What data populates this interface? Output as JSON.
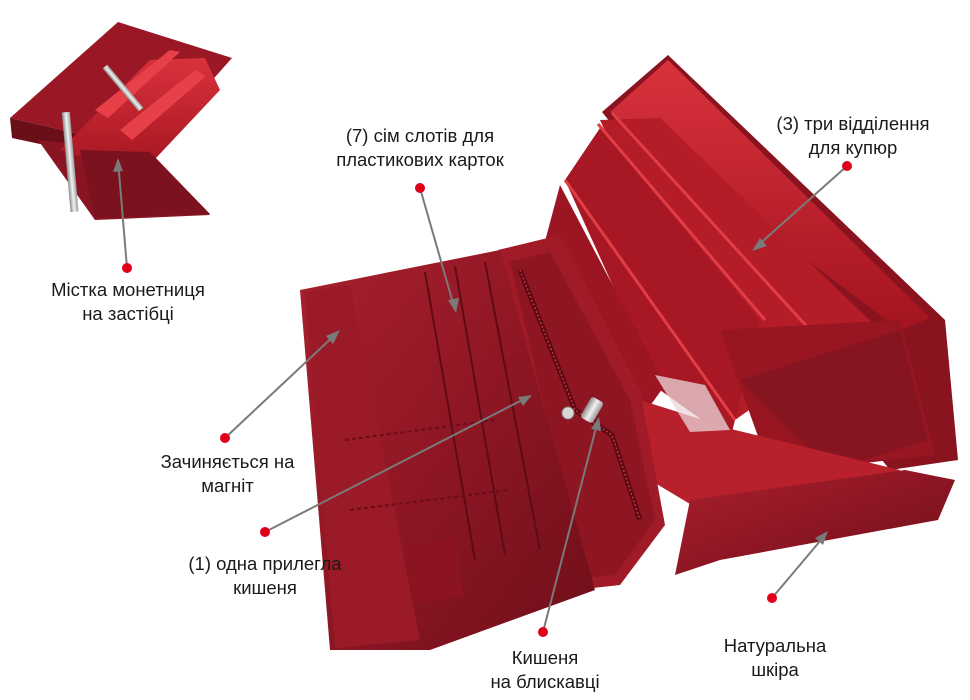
{
  "accent_color": "#e0001a",
  "pointer_color": "#7a7a7a",
  "leather_color": "#9c1a2a",
  "lining_color": "#c8202c",
  "callouts": [
    {
      "id": "coin",
      "lines": [
        "Містка монетниця",
        "на застібці"
      ]
    },
    {
      "id": "cards",
      "lines": [
        "(7) сім слотів для",
        "пластикових карток"
      ]
    },
    {
      "id": "bills",
      "lines": [
        "(3) три відділення",
        "для купюр"
      ]
    },
    {
      "id": "magnet",
      "lines": [
        "Зачиняється на",
        "магніт"
      ]
    },
    {
      "id": "pocket",
      "lines": [
        "(1) одна прилегла",
        "кишеня"
      ]
    },
    {
      "id": "zipper",
      "lines": [
        "Кишеня",
        "на блискавці"
      ]
    },
    {
      "id": "leather",
      "lines": [
        "Натуральна",
        "шкіра"
      ]
    }
  ]
}
